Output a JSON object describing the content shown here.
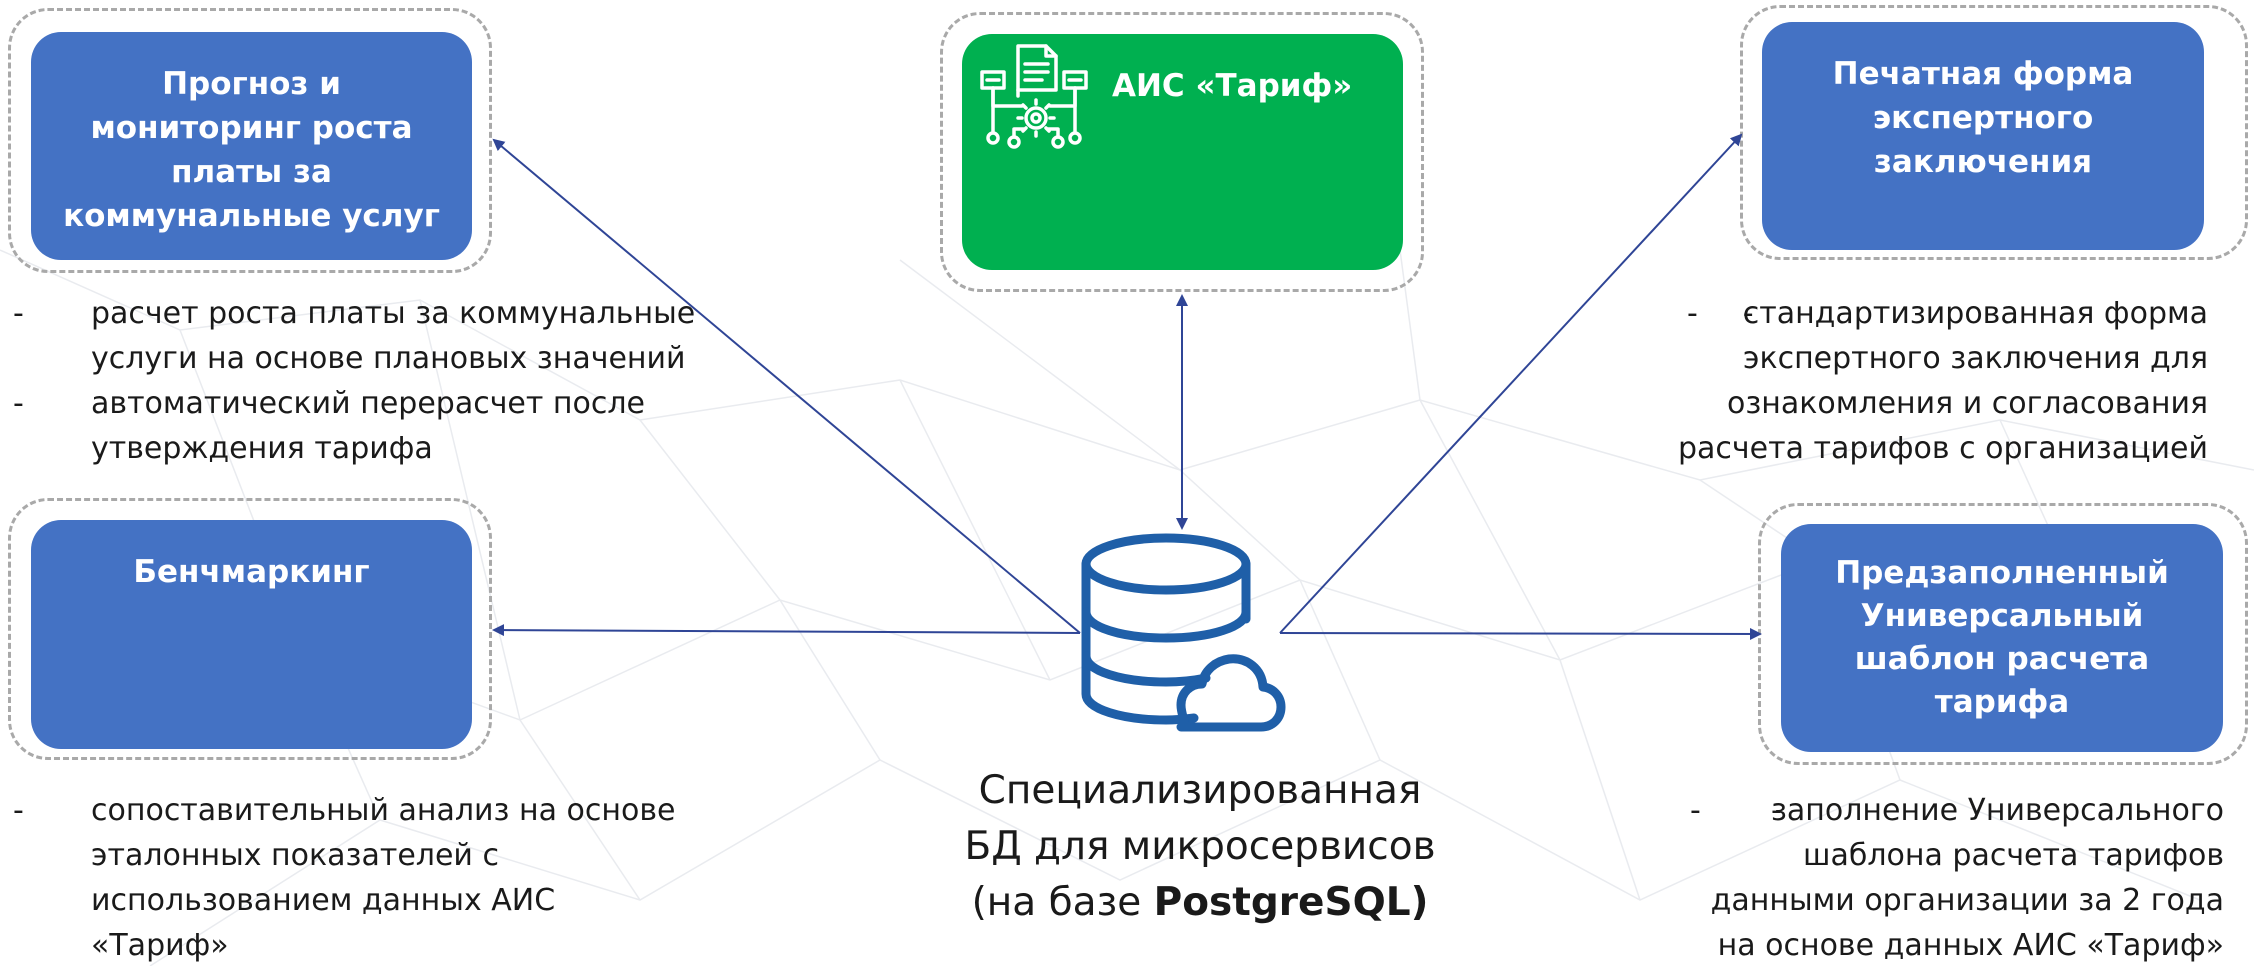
{
  "colors": {
    "box_blue": "#4472c4",
    "box_green": "#00b050",
    "arrow": "#2f4596",
    "db_icon": "#1f5fa8"
  },
  "nodes": {
    "forecast": {
      "lines": [
        "Прогноз и",
        "мониторинг роста",
        "платы за",
        "коммунальные услуг"
      ],
      "desc": [
        [
          "расчет роста платы за коммунальные",
          "услуги на основе плановых значений"
        ],
        [
          "автоматический перерасчет после",
          "утверждения тарифа"
        ]
      ]
    },
    "ais": {
      "title": "АИС «Тариф»",
      "icon": "workflow-document-icon"
    },
    "print_form": {
      "lines": [
        "Печатная форма",
        "экспертного",
        "заключения"
      ],
      "desc": [
        [
          "стандартизированная форма",
          "экспертного заключения для",
          "ознакомления и согласования",
          "расчета тарифов с организацией"
        ]
      ]
    },
    "benchmark": {
      "lines": [
        "Бенчмаркинг"
      ],
      "desc": [
        [
          "сопоставительный анализ на основе",
          "эталонных показателей с",
          "использованием данных АИС",
          "«Тариф»"
        ]
      ]
    },
    "template": {
      "lines": [
        "Предзаполненный",
        "Универсальный",
        "шаблон расчета",
        "тарифа"
      ],
      "desc": [
        [
          "заполнение Универсального",
          "шаблона расчета тарифов",
          "данными организации за 2 года",
          "на основе данных АИС «Тариф»"
        ]
      ]
    },
    "database": {
      "icon": "database-cloud-icon",
      "caption_line1": "Специализированная",
      "caption_line2": "БД для микросервисов",
      "caption_line3_prefix": "(на базе ",
      "caption_line3_bold": "PostgreSQL)"
    }
  }
}
